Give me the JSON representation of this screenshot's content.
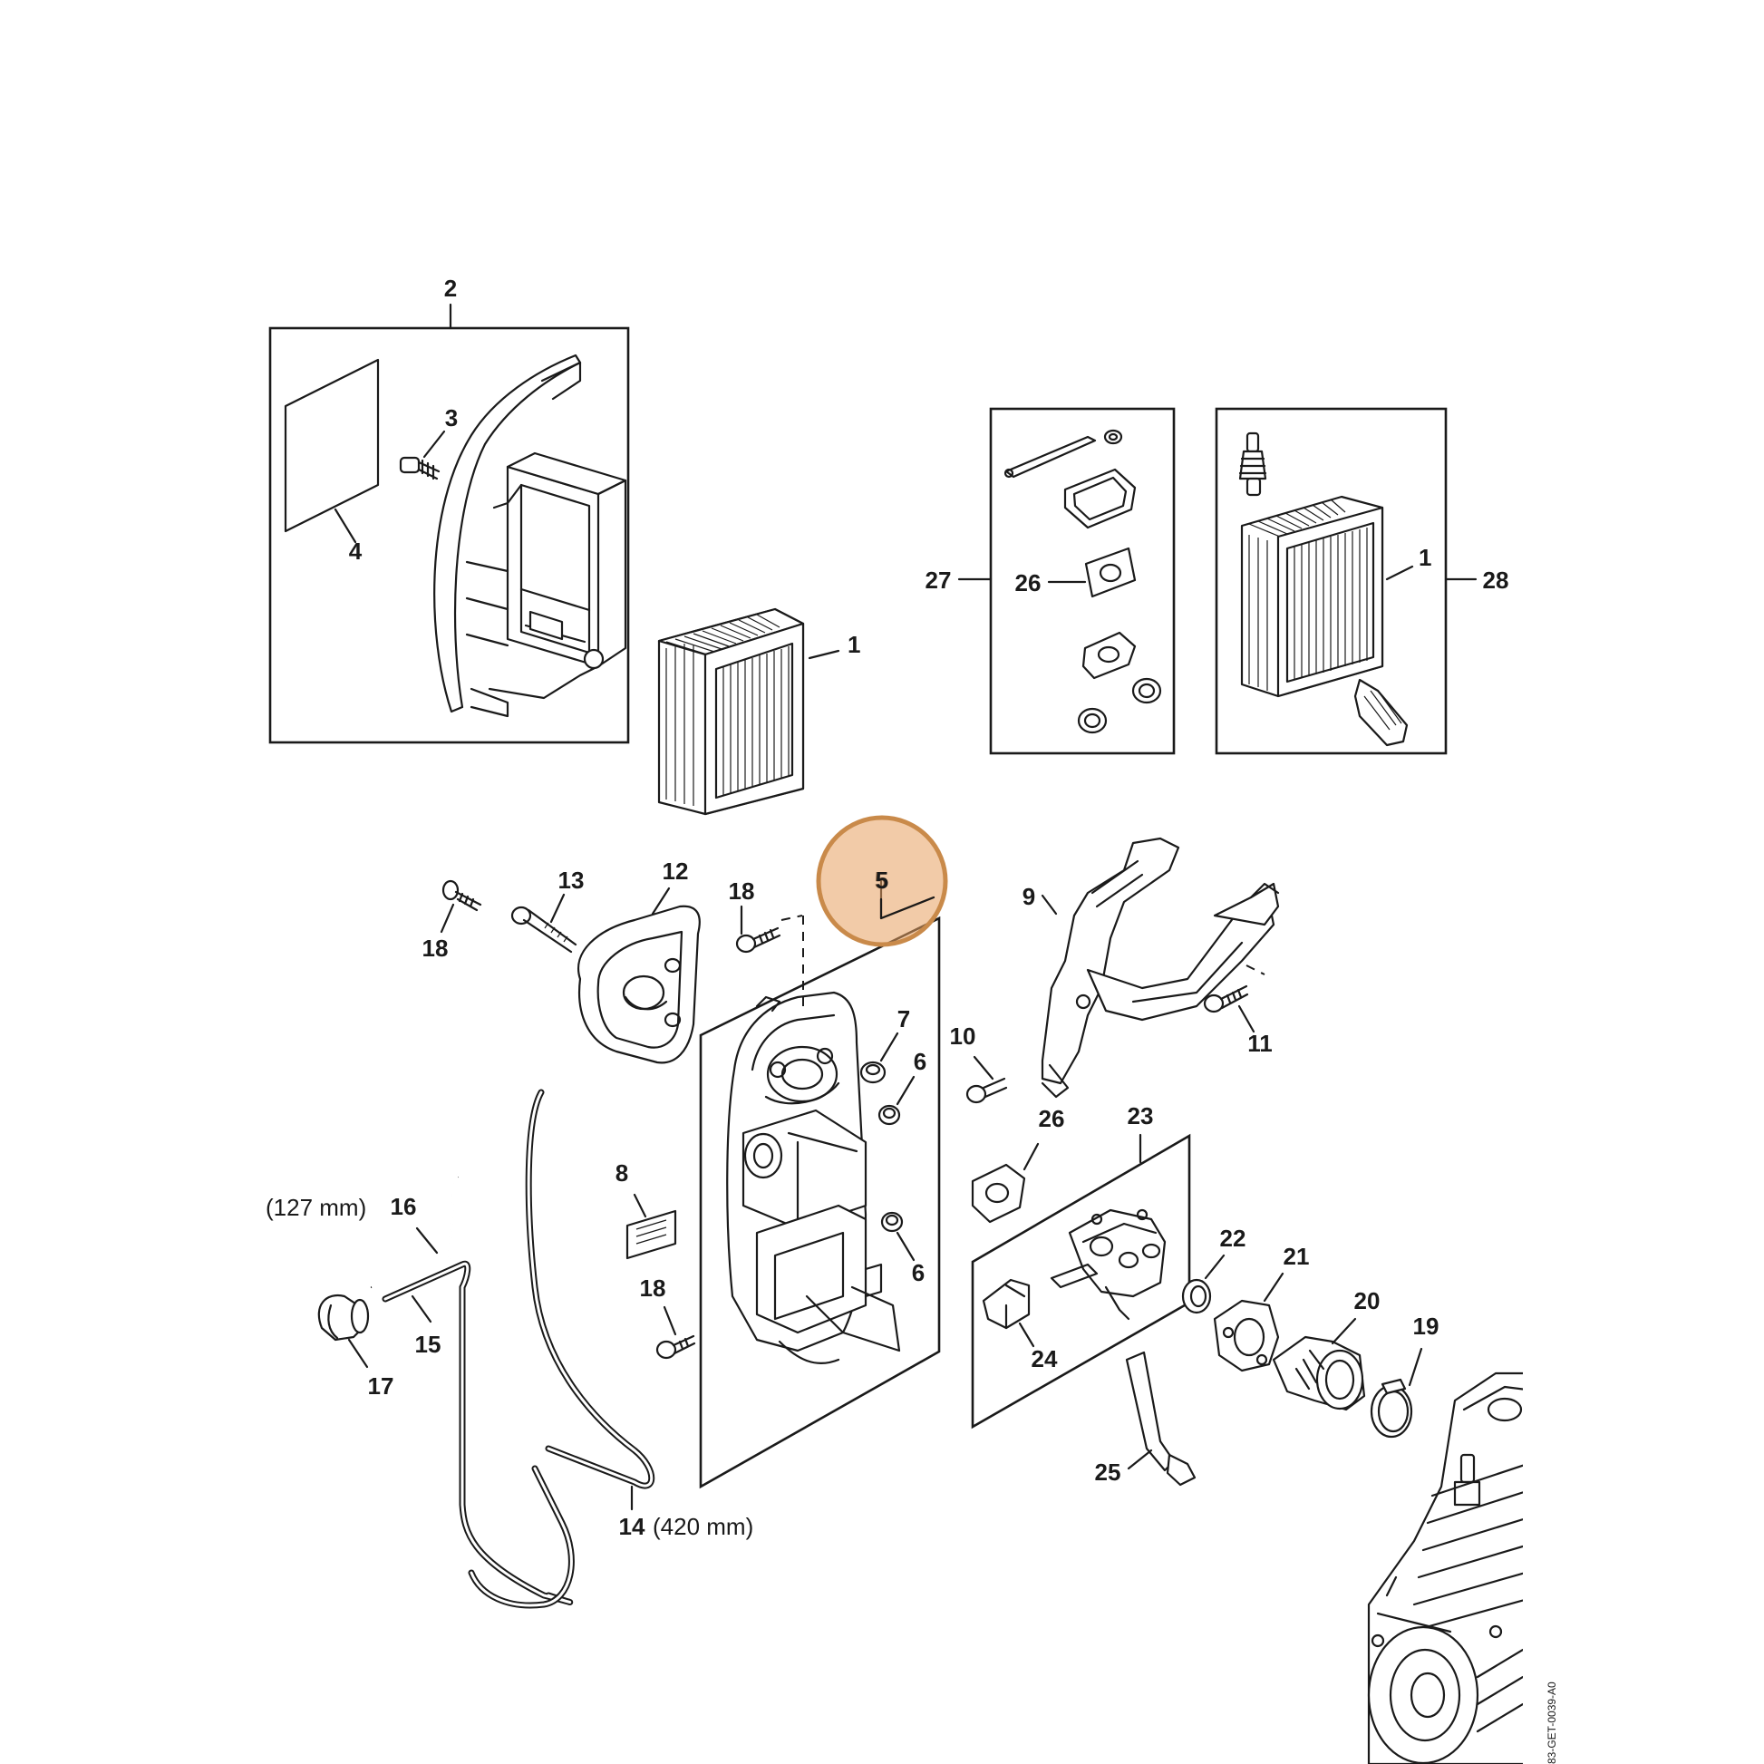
{
  "labels": {
    "p2": "2",
    "p3": "3",
    "p4": "4",
    "p1a": "1",
    "p1b": "1",
    "p27": "27",
    "p26a": "26",
    "p28": "28",
    "p5": "5",
    "p9": "9",
    "p11": "11",
    "p10": "10",
    "p12": "12",
    "p13": "13",
    "p18a": "18",
    "p18b": "18",
    "p18c": "18",
    "p7": "7",
    "p6a": "6",
    "p6b": "6",
    "p8": "8",
    "p26b": "26",
    "p23": "23",
    "p22": "22",
    "p21": "21",
    "p20": "20",
    "p19": "19",
    "p24": "24",
    "p25": "25",
    "p16": "16",
    "p15": "15",
    "p17": "17",
    "p14": "14"
  },
  "dimensions": {
    "p16_length": "(127 mm)",
    "p14_length": "(420 mm)"
  },
  "highlight": {
    "part": "5",
    "color": "#e8a060",
    "border_color": "#c98a4a"
  },
  "drawing_code": "83-GET-0039-A0"
}
